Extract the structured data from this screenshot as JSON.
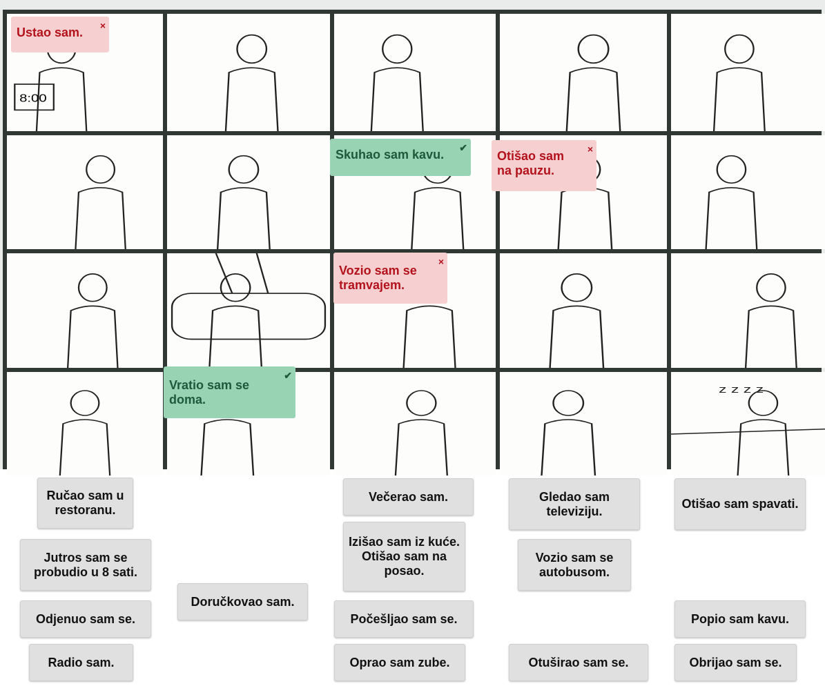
{
  "colors": {
    "wrong_bg": "#f6d0d0",
    "wrong_text": "#b3121c",
    "right_bg": "#98d3b3",
    "right_text": "#1d5a3c",
    "item_bg": "#e0e0e0",
    "frame": "#2f3833"
  },
  "placed_labels": [
    {
      "text": "Ustao sam.",
      "status": "wrong",
      "mark": "×"
    },
    {
      "text": "Skuhao sam kavu.",
      "status": "correct",
      "mark": "✔"
    },
    {
      "text": "Otišao sam na pauzu.",
      "status": "wrong",
      "mark": "×"
    },
    {
      "text": "Vozio sam se tramvajem.",
      "status": "wrong",
      "mark": "×"
    },
    {
      "text": "Vratio sam se doma.",
      "status": "correct",
      "mark": "✔"
    }
  ],
  "draggable_items": [
    "Ručao sam u restoranu.",
    "Jutros sam se probudio u 8 sati.",
    "Odjenuo sam se.",
    "Radio sam.",
    "Doručkovao sam.",
    "Večerao sam.",
    "Izišao sam iz kuće. Otišao sam na posao.",
    "Počešljao sam se.",
    "Oprao sam zube.",
    "Gledao sam televiziju.",
    "Vozio sam se autobusom.",
    "Otuširao sam se.",
    "Otišao sam spavati.",
    "Popio sam kavu.",
    "Obrijao sam se."
  ],
  "panel_clock_text": "8:00"
}
